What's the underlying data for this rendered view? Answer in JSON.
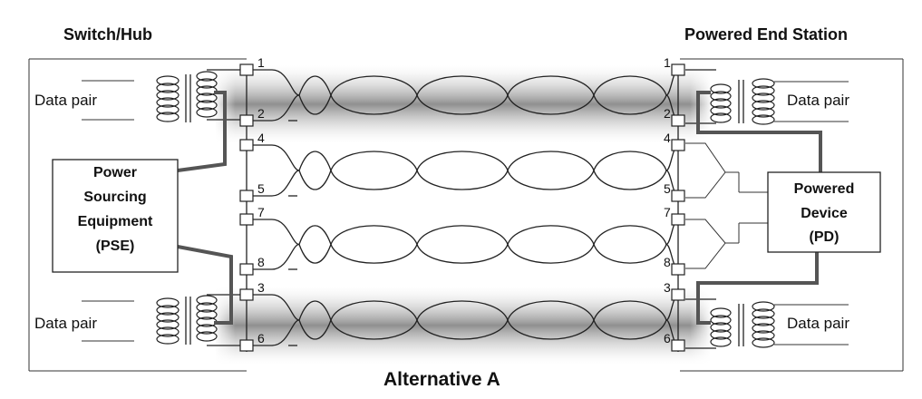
{
  "labels": {
    "left_title": "Switch/Hub",
    "right_title": "Powered End Station",
    "caption": "Alternative A",
    "data_pair": "Data pair",
    "pse_lines": [
      "Power",
      "Sourcing",
      "Equipment",
      "(PSE)"
    ],
    "pd_lines": [
      "Powered",
      "Device",
      "(PD)"
    ]
  },
  "pins": {
    "left": [
      "1",
      "2",
      "4",
      "5",
      "7",
      "8",
      "3",
      "6"
    ],
    "right": [
      "1",
      "2",
      "4",
      "5",
      "7",
      "8",
      "3",
      "6"
    ]
  },
  "colors": {
    "shaded_pair": "#8a8a8a",
    "power_line": "#555555",
    "wire": "#222222"
  }
}
